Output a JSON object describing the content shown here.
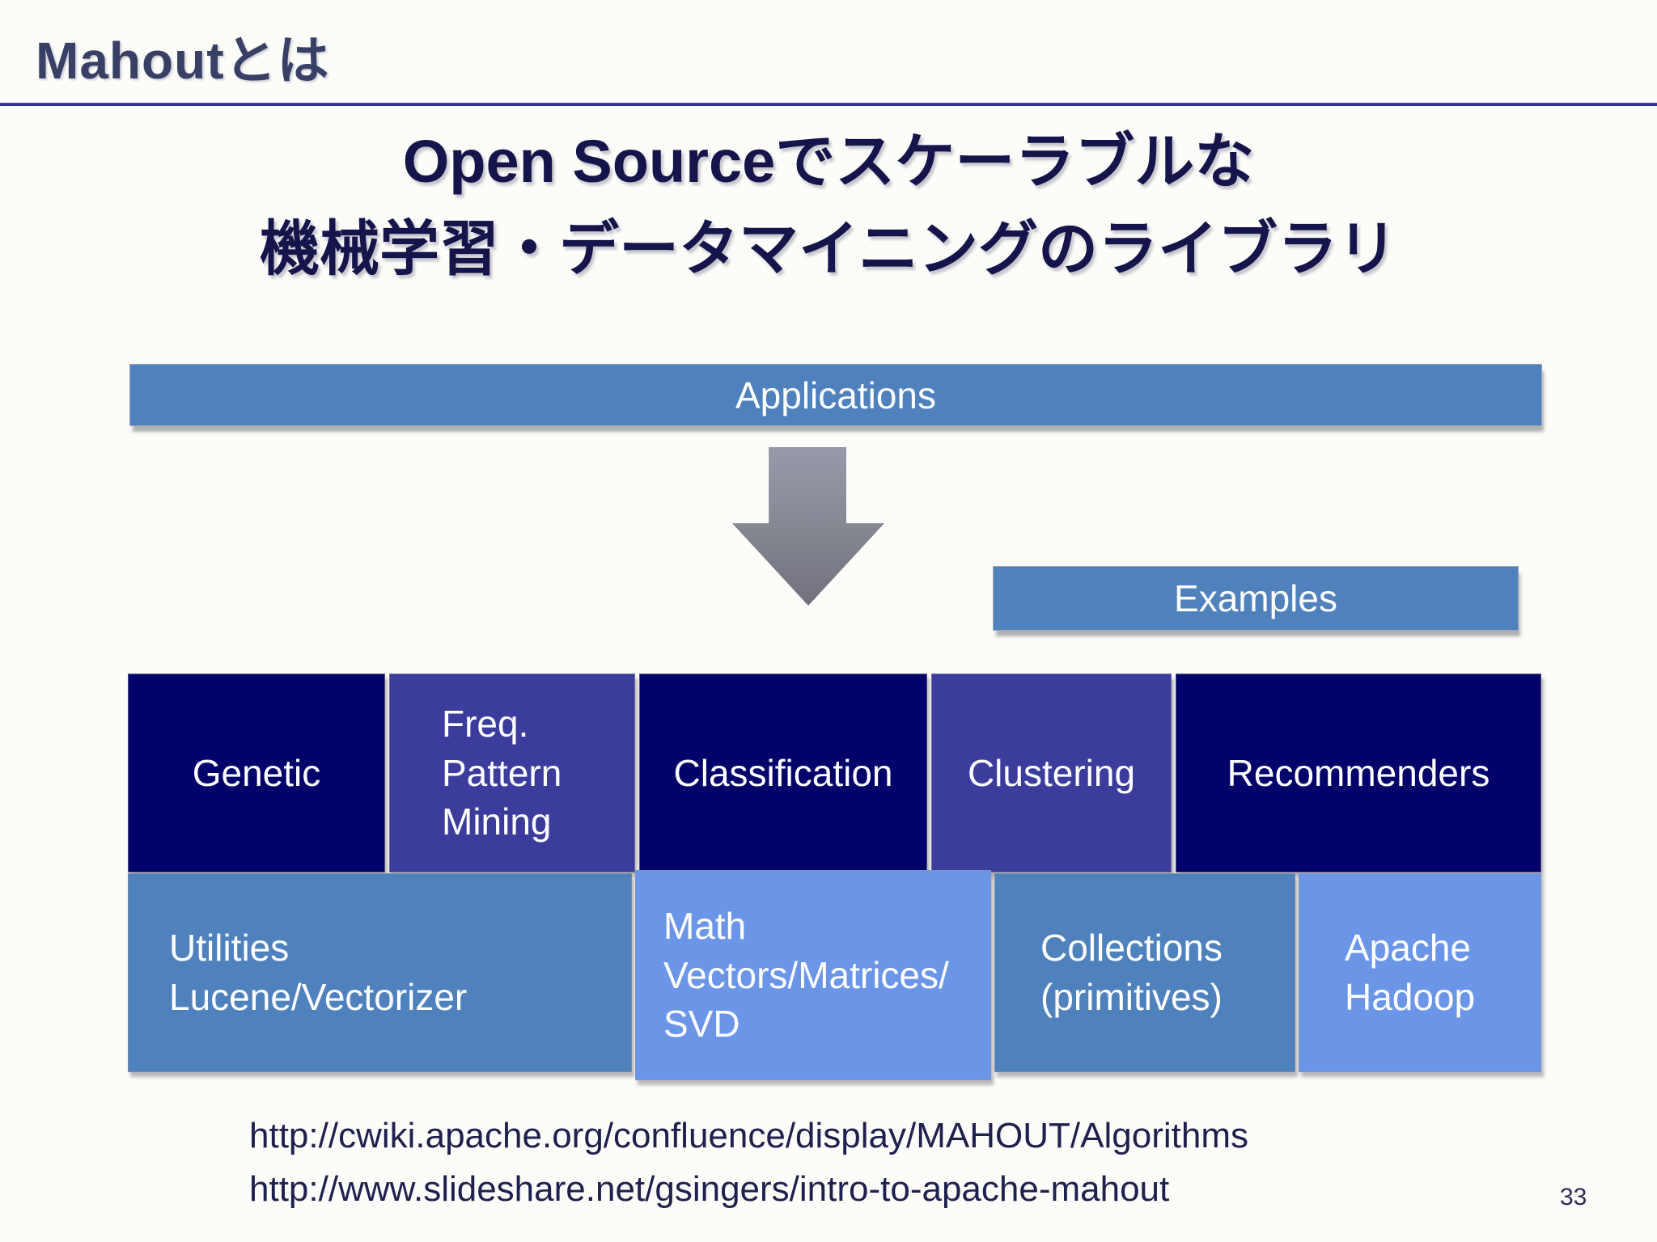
{
  "slide": {
    "title": "Mahoutとは",
    "heading_line1": "Open Sourceでスケーラブルな",
    "heading_line2": "機械学習・データマイニングのライブラリ",
    "page_number": "33"
  },
  "diagram": {
    "applications_label": "Applications",
    "examples_label": "Examples",
    "arrow_icon": "down-arrow",
    "top_row": [
      {
        "label": "Genetic",
        "color": "#02026a"
      },
      {
        "label": "Freq.\nPattern\nMining",
        "color": "#3c3c9d"
      },
      {
        "label": "Classification",
        "color": "#02026a"
      },
      {
        "label": "Clustering",
        "color": "#3c3c9d"
      },
      {
        "label": "Recommenders",
        "color": "#02026a"
      }
    ],
    "bottom_row": [
      {
        "label": "Utilities\nLucene/Vectorizer",
        "color": "#4f81bd"
      },
      {
        "label": "Math\nVectors/Matrices/\nSVD",
        "color": "#6b96e8"
      },
      {
        "label": "Collections\n(primitives)",
        "color": "#4f81bd"
      },
      {
        "label": "Apache\nHadoop",
        "color": "#6b96e8"
      }
    ]
  },
  "links": {
    "url1": "http://cwiki.apache.org/confluence/display/MAHOUT/Algorithms",
    "url2": "http://www.slideshare.net/gsingers/intro-to-apache-mahout"
  },
  "colors": {
    "accent_blue": "#4f81bd",
    "dark_navy": "#02026a",
    "indigo": "#3c3c9d",
    "cornflower": "#6b96e8",
    "divider_purple": "#3a339a",
    "heading_text": "#15154b",
    "background": "#fcfcf9"
  }
}
